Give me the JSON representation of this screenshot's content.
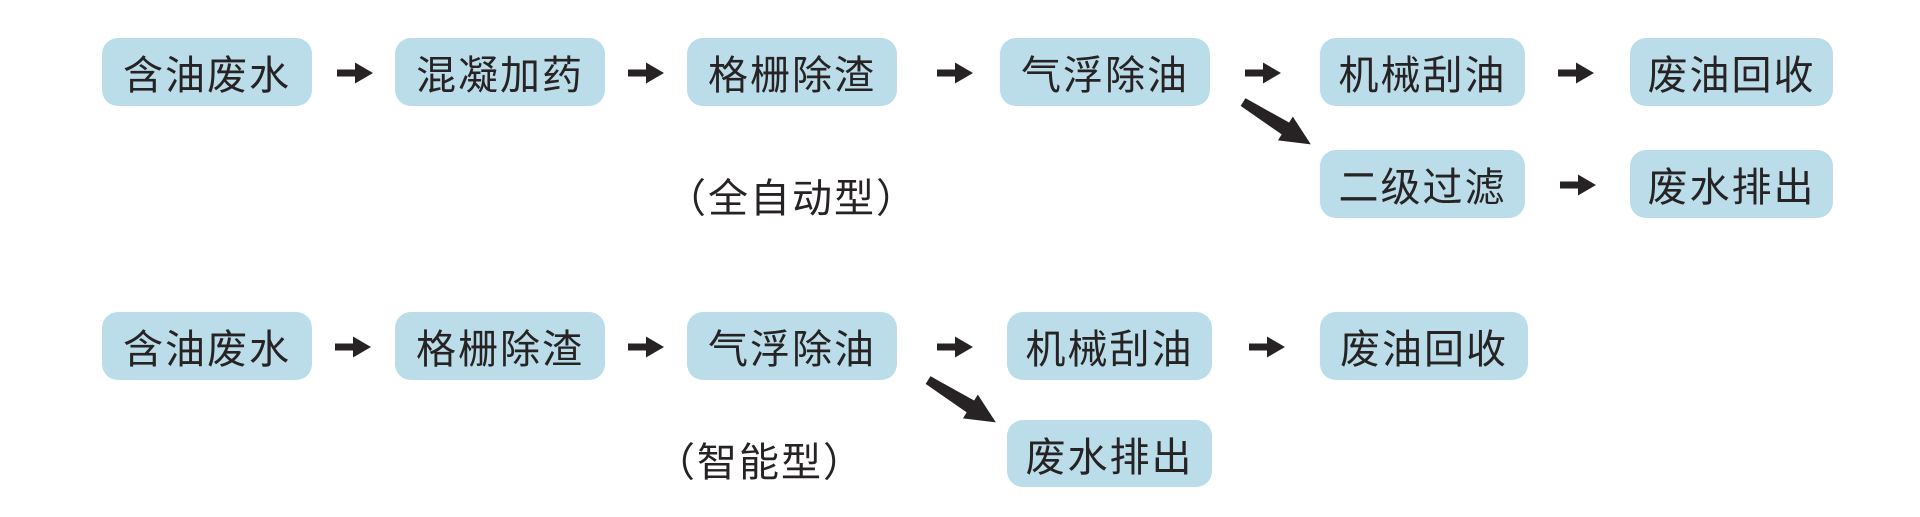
{
  "colors": {
    "background": "#ffffff",
    "box_fill": "#badde9",
    "text": "#272324",
    "arrow": "#272324"
  },
  "flow1": {
    "type_label": "（全自动型）",
    "steps": [
      "含油废水",
      "混凝加药",
      "格栅除渣",
      "气浮除油",
      "机械刮油",
      "废油回收"
    ],
    "branch_steps": [
      "二级过滤",
      "废水排出"
    ]
  },
  "flow2": {
    "type_label": "（智能型）",
    "steps": [
      "含油废水",
      "格栅除渣",
      "气浮除油",
      "机械刮油",
      "废油回收"
    ],
    "branch_steps": [
      "废水排出"
    ]
  }
}
